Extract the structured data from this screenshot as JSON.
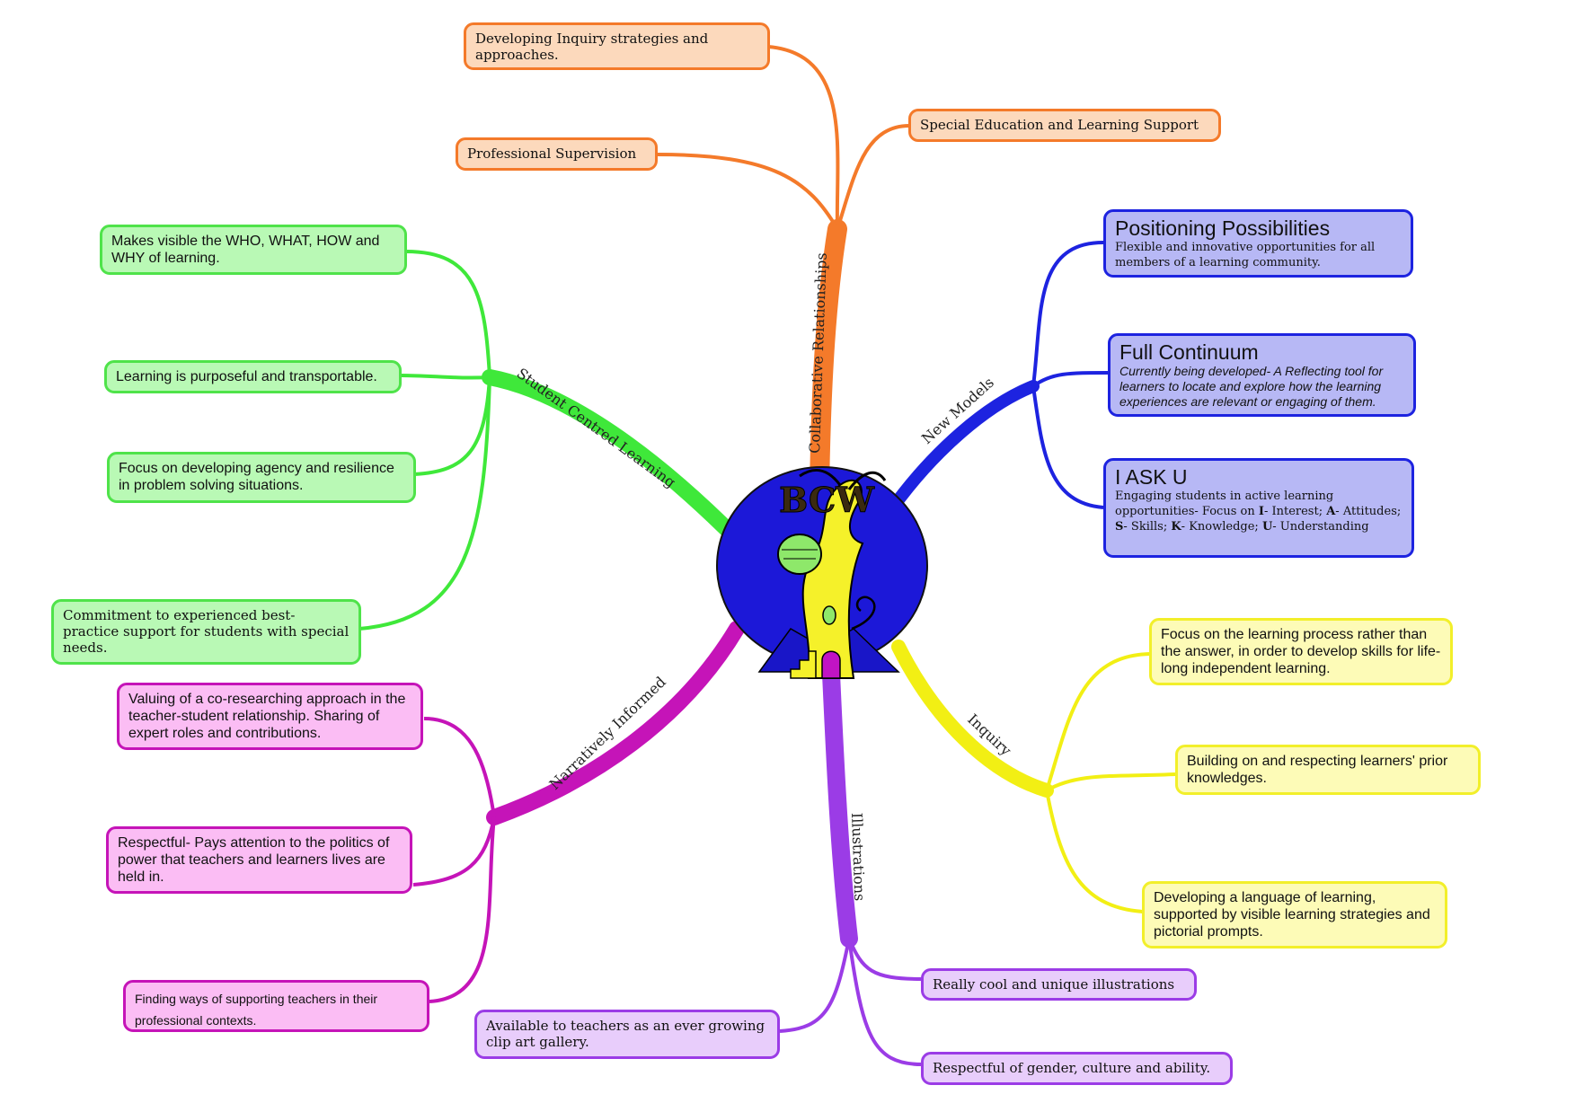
{
  "center": {
    "logo_text": "BCW"
  },
  "branches": {
    "collaborative": {
      "label": "Collaborative Relationships",
      "color": "#f47a2a",
      "nodes": [
        "Developing Inquiry strategies and approaches.",
        "Professional Supervision",
        "Special Education and Learning Support"
      ]
    },
    "student_centred": {
      "label": "Student Centred Learning",
      "color": "#3fe83a",
      "nodes": [
        "Makes visible the WHO, WHAT, HOW and WHY of learning.",
        "Learning is purposeful and transportable.",
        "Focus on developing agency and resilience in problem solving situations.",
        "Commitment to experienced best-practice support for students with special needs."
      ]
    },
    "new_models": {
      "label": "New Models",
      "color": "#1d23e0",
      "nodes": [
        {
          "title": "Positioning Possibilities",
          "desc": "Flexible and innovative opportunities for all members of a learning community."
        },
        {
          "title": "Full Continuum",
          "desc": "Currently being developed- A Reflecting tool for learners to locate and explore how the learning experiences are relevant or engaging of them."
        },
        {
          "title": "I ASK U",
          "desc_parts": [
            "Engaging students in active learning opportunities- Focus on ",
            "I",
            "- Interest; ",
            "A",
            "- Attitudes; ",
            "S",
            "- Skills; ",
            "K",
            "- Knowledge; ",
            "U",
            "- Understanding"
          ]
        }
      ]
    },
    "inquiry": {
      "label": "Inquiry",
      "color": "#f2ef14",
      "nodes": [
        "Focus on the learning process rather than the answer, in order to develop skills for life-long independent learning.",
        "Building on and respecting learners' prior knowledges.",
        "Developing a language of learning, supported by visible learning strategies and pictorial prompts."
      ]
    },
    "narratively": {
      "label": "Narratively Informed",
      "color": "#c514b8",
      "nodes": [
        "Valuing of a co-researching approach in the teacher-student relationship. Sharing of expert roles and contributions.",
        "Respectful- Pays attention to the politics of power that teachers and learners lives are held in.",
        "Finding ways of supporting teachers in their professional contexts."
      ]
    },
    "illustrations": {
      "label": "Illustrations",
      "color": "#9b3ce6",
      "nodes": [
        "Really cool and unique illustrations",
        "Available to teachers as an ever growing clip art gallery.",
        "Respectful of gender, culture and ability."
      ]
    }
  }
}
